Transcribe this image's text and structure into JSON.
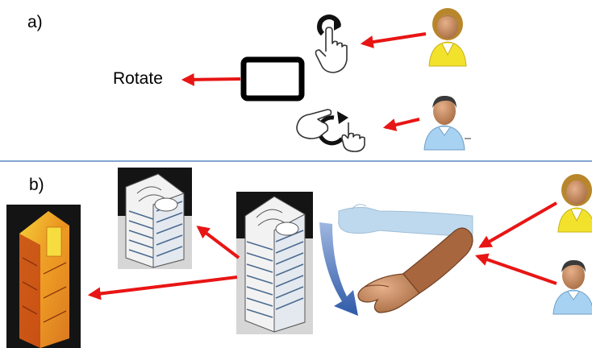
{
  "panel_a": {
    "label": "a)",
    "action_word": "Rotate"
  },
  "panel_b": {
    "label": "b)"
  },
  "colors": {
    "arrow": "#e81515",
    "divider": "#3f6fb5",
    "tablet_frame": "#000000",
    "female_hair": "#b8862b",
    "female_shirt": "#f2e22c",
    "male_hair": "#3a3a3a",
    "male_shirt": "#a8d2f2",
    "skin": "#c48a5c",
    "arm_skin": "#a8663e",
    "ghost_arm": "#a9cde8",
    "motion_arrow": "#3d6ab8",
    "building_dark_bg": "#141414",
    "building_light_bg": "#d6d6d6",
    "building_hot": "#f0b020"
  },
  "icons": {
    "one_finger_rotate": "rotate-one-finger-gesture-icon",
    "two_finger_rotate": "rotate-two-finger-gesture-icon",
    "tablet": "tablet-icon",
    "female_user": "female-user-icon",
    "male_user": "male-user-icon",
    "arm": "arm-gesture-icon",
    "building_original": "building-model-icon",
    "building_rotated": "building-model-rotated-icon",
    "building_heatmap": "building-heatmap-icon"
  }
}
